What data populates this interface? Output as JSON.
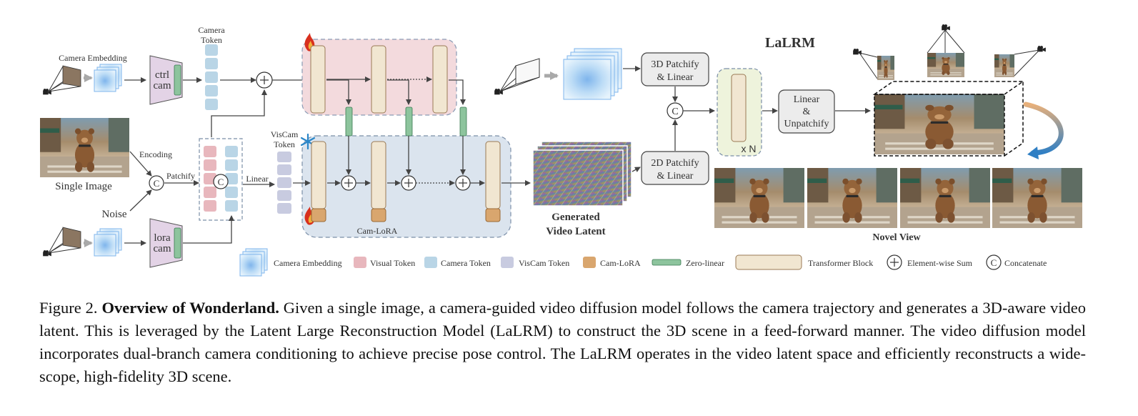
{
  "figure": {
    "labels": {
      "camera_token": [
        "Camera",
        "Token"
      ],
      "camera_embedding": "Camera Embedding",
      "ctrl_cam": [
        "ctrl",
        "cam"
      ],
      "lora_cam": [
        "lora",
        "cam"
      ],
      "encoding": "Encoding",
      "patchify": "Patchify",
      "single_image": "Single Image",
      "noise": "Noise",
      "linear": "Linear",
      "viscam_token": [
        "VisCam",
        "Token"
      ],
      "cam_lora": "Cam-LoRA",
      "generated_video_latent": [
        "Generated",
        "Video Latent"
      ],
      "lalrm": "LaLRM",
      "patchify_3d": [
        "3D Patchify",
        "& Linear"
      ],
      "patchify_2d": [
        "2D Patchify",
        "& Linear"
      ],
      "xN": "x N",
      "linear_unpatchify": [
        "Linear",
        "&",
        "Unpatchify"
      ],
      "novel_view": "Novel View",
      "concat_symbol": "C"
    },
    "legend": [
      {
        "label": "Camera Embedding",
        "kind": "embedding"
      },
      {
        "label": "Visual Token",
        "kind": "swatch",
        "color": "#e8b7bd"
      },
      {
        "label": "Camera Token",
        "kind": "swatch",
        "color": "#b9d5e6"
      },
      {
        "label": "VisCam Token",
        "kind": "swatch",
        "color": "#c8cbe0"
      },
      {
        "label": "Cam-LoRA",
        "kind": "swatch",
        "color": "#d9a66e"
      },
      {
        "label": "Zero-linear",
        "kind": "swatch",
        "color": "#8dc49d"
      },
      {
        "label": "Transformer Block",
        "kind": "wide",
        "color": "#f1e6d1"
      },
      {
        "label": "Element-wise Sum",
        "kind": "plus"
      },
      {
        "label": "Concatenate",
        "kind": "concat"
      }
    ],
    "colors": {
      "pink_panel": "#f3dadd",
      "blue_panel": "#dbe4ee",
      "green_panel": "#eef3dc",
      "transformer_block": "#f1e6d1",
      "lora_box": "#e3d3e6",
      "zero_linear": "#8dc49d",
      "cam_lora": "#d9a66e"
    }
  },
  "caption": {
    "prefix": "Figure 2.",
    "bold": "Overview of Wonderland.",
    "text": "Given a single image, a camera-guided video diffusion model follows the camera trajectory and generates a 3D-aware video latent. This is leveraged by the Latent Large Reconstruction Model (LaLRM) to construct the 3D scene in a feed-forward manner. The video diffusion model incorporates dual-branch camera conditioning to achieve precise pose control. The LaLRM operates in the video latent space and efficiently reconstructs a wide-scope, high-fidelity 3D scene."
  }
}
